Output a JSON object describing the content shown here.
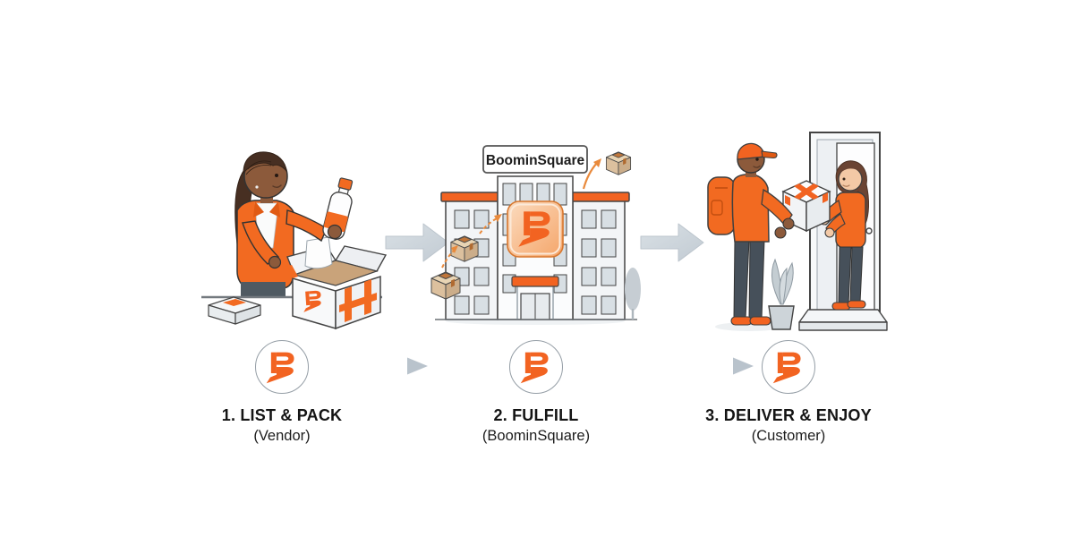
{
  "building": {
    "sign_text": "BoominSquare"
  },
  "steps": [
    {
      "label": "1. LIST & PACK",
      "sublabel": "(Vendor)"
    },
    {
      "label": "2. FULFILL",
      "sublabel": "(BoominSquare)"
    },
    {
      "label": "3. DELIVER & ENJOY",
      "sublabel": "(Customer)"
    }
  ],
  "colors": {
    "brand_orange": "#F26321",
    "orange_dark": "#D8772E",
    "arrow_gray_light": "#E9EDF0",
    "arrow_gray_dark": "#B9C3CC",
    "outline": "#3F3F3F",
    "parcel_tan": "#DCC09E",
    "text": "#141414"
  },
  "icons": {
    "logo": "boominsquare-b-logo",
    "scene_flow_arrow": "block-right-arrow",
    "step_flow_arrow": "long-right-arrow",
    "parcel": "shipping-parcel"
  }
}
